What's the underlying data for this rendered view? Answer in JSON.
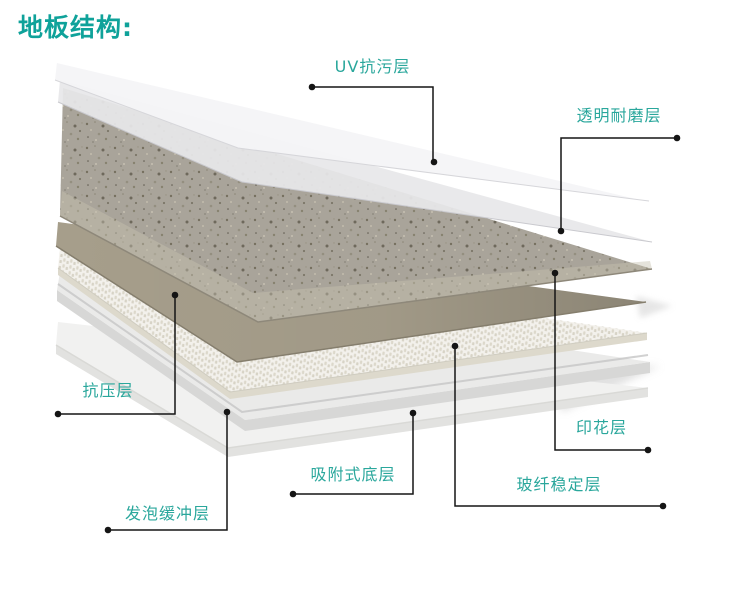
{
  "page": {
    "title": "地板结构:",
    "title_color": "#0fa29a",
    "background": "#ffffff"
  },
  "diagram": {
    "label_color": "#2aa79c",
    "line_color": "#151515",
    "layers": [
      {
        "label": "UV抗污层",
        "color": "#f4f4f6",
        "texture": "translucent-sheet"
      },
      {
        "label": "透明耐磨层",
        "color": "#e7e7ea",
        "texture": "translucent-sheet"
      },
      {
        "label": "印花层",
        "color": "#a9a49a",
        "texture": "granite-print"
      },
      {
        "label": "抗压层",
        "color": "#a69e8b",
        "texture": "solid"
      },
      {
        "label": "玻纤稳定层",
        "color": "#f3f1ec",
        "texture": "fiber-mesh"
      },
      {
        "label": "吸附式底层",
        "color": "#eaeae9",
        "texture": "solid"
      },
      {
        "label": "发泡缓冲层",
        "color": "#f1f1f0",
        "texture": "solid"
      }
    ]
  }
}
